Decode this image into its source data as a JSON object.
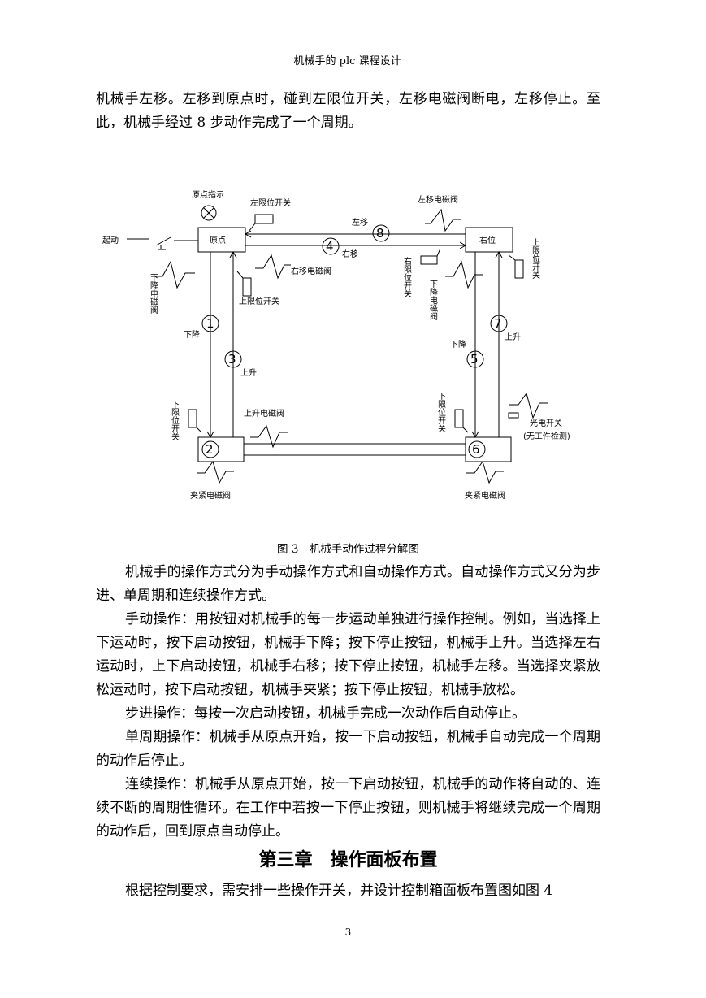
{
  "header": {
    "title": "机械手的 plc 课程设计"
  },
  "paragraphs": {
    "p1": "机械手左移。左移到原点时，碰到左限位开关，左移电磁阀断电，左移停止。至此，机械手经过 8 步动作完成了一个周期。",
    "p2": "机械手的操作方式分为手动操作方式和自动操作方式。自动操作方式又分为步进、单周期和连续操作方式。",
    "p3": "手动操作：用按钮对机械手的每一步运动单独进行操作控制。例如，当选择上下运动时，按下启动按钮，机械手下降；按下停止按钮，机械手上升。当选择左右运动时，上下启动按钮，机械手右移；按下停止按钮，机械手左移。当选择夹紧放松运动时，按下启动按钮，机械手夹紧；按下停止按钮，机械手放松。",
    "p4": "步进操作：每按一次启动按钮，机械手完成一次动作后自动停止。",
    "p5": "单周期操作：机械手从原点开始，按一下启动按钮，机械手自动完成一个周期的动作后停止。",
    "p6": "连续操作：机械手从原点开始，按一下启动按钮，机械手的动作将自动的、连续不断的周期性循环。在工作中若按一下停止按钮，则机械手将继续完成一个周期的动作后，回到原点自动停止。",
    "p7": "根据控制要求，需安排一些操作开关，并设计控制箱面板布置图如图 4"
  },
  "figure": {
    "caption": "图 3　机械手动作过程分解图",
    "labels": {
      "origin_indicator": "原点指示",
      "left_limit_switch": "左限位开关",
      "left_move_valve": "左移电磁阀",
      "start": "起动",
      "origin": "原点",
      "right_pos": "右位",
      "move_left": "左移",
      "move_right": "右移",
      "right_move_valve": "右移电磁阀",
      "upper_limit_switch_right": "上限位开关",
      "right_limit_switch": "右限位开关",
      "down_valve_left": "下降电磁阀",
      "down_valve_right": "下降电磁阀",
      "upper_limit_switch_left": "上限位开关",
      "down_left": "下降",
      "up_left": "上升",
      "down_right": "下降",
      "up_right": "上升",
      "lower_limit_left": "下限位开关",
      "lower_limit_right": "下限位开关",
      "up_valve": "上升电磁阀",
      "photo_switch": "光电开关",
      "no_workpiece": "(无工件检测)",
      "clamp_valve_left": "夹紧电磁阀",
      "clamp_valve_right": "夹紧电磁阀"
    },
    "steps": [
      "1",
      "2",
      "3",
      "4",
      "5",
      "6",
      "7",
      "8"
    ]
  },
  "chapter": {
    "title": "第三章　操作面板布置"
  },
  "page_number": "3"
}
